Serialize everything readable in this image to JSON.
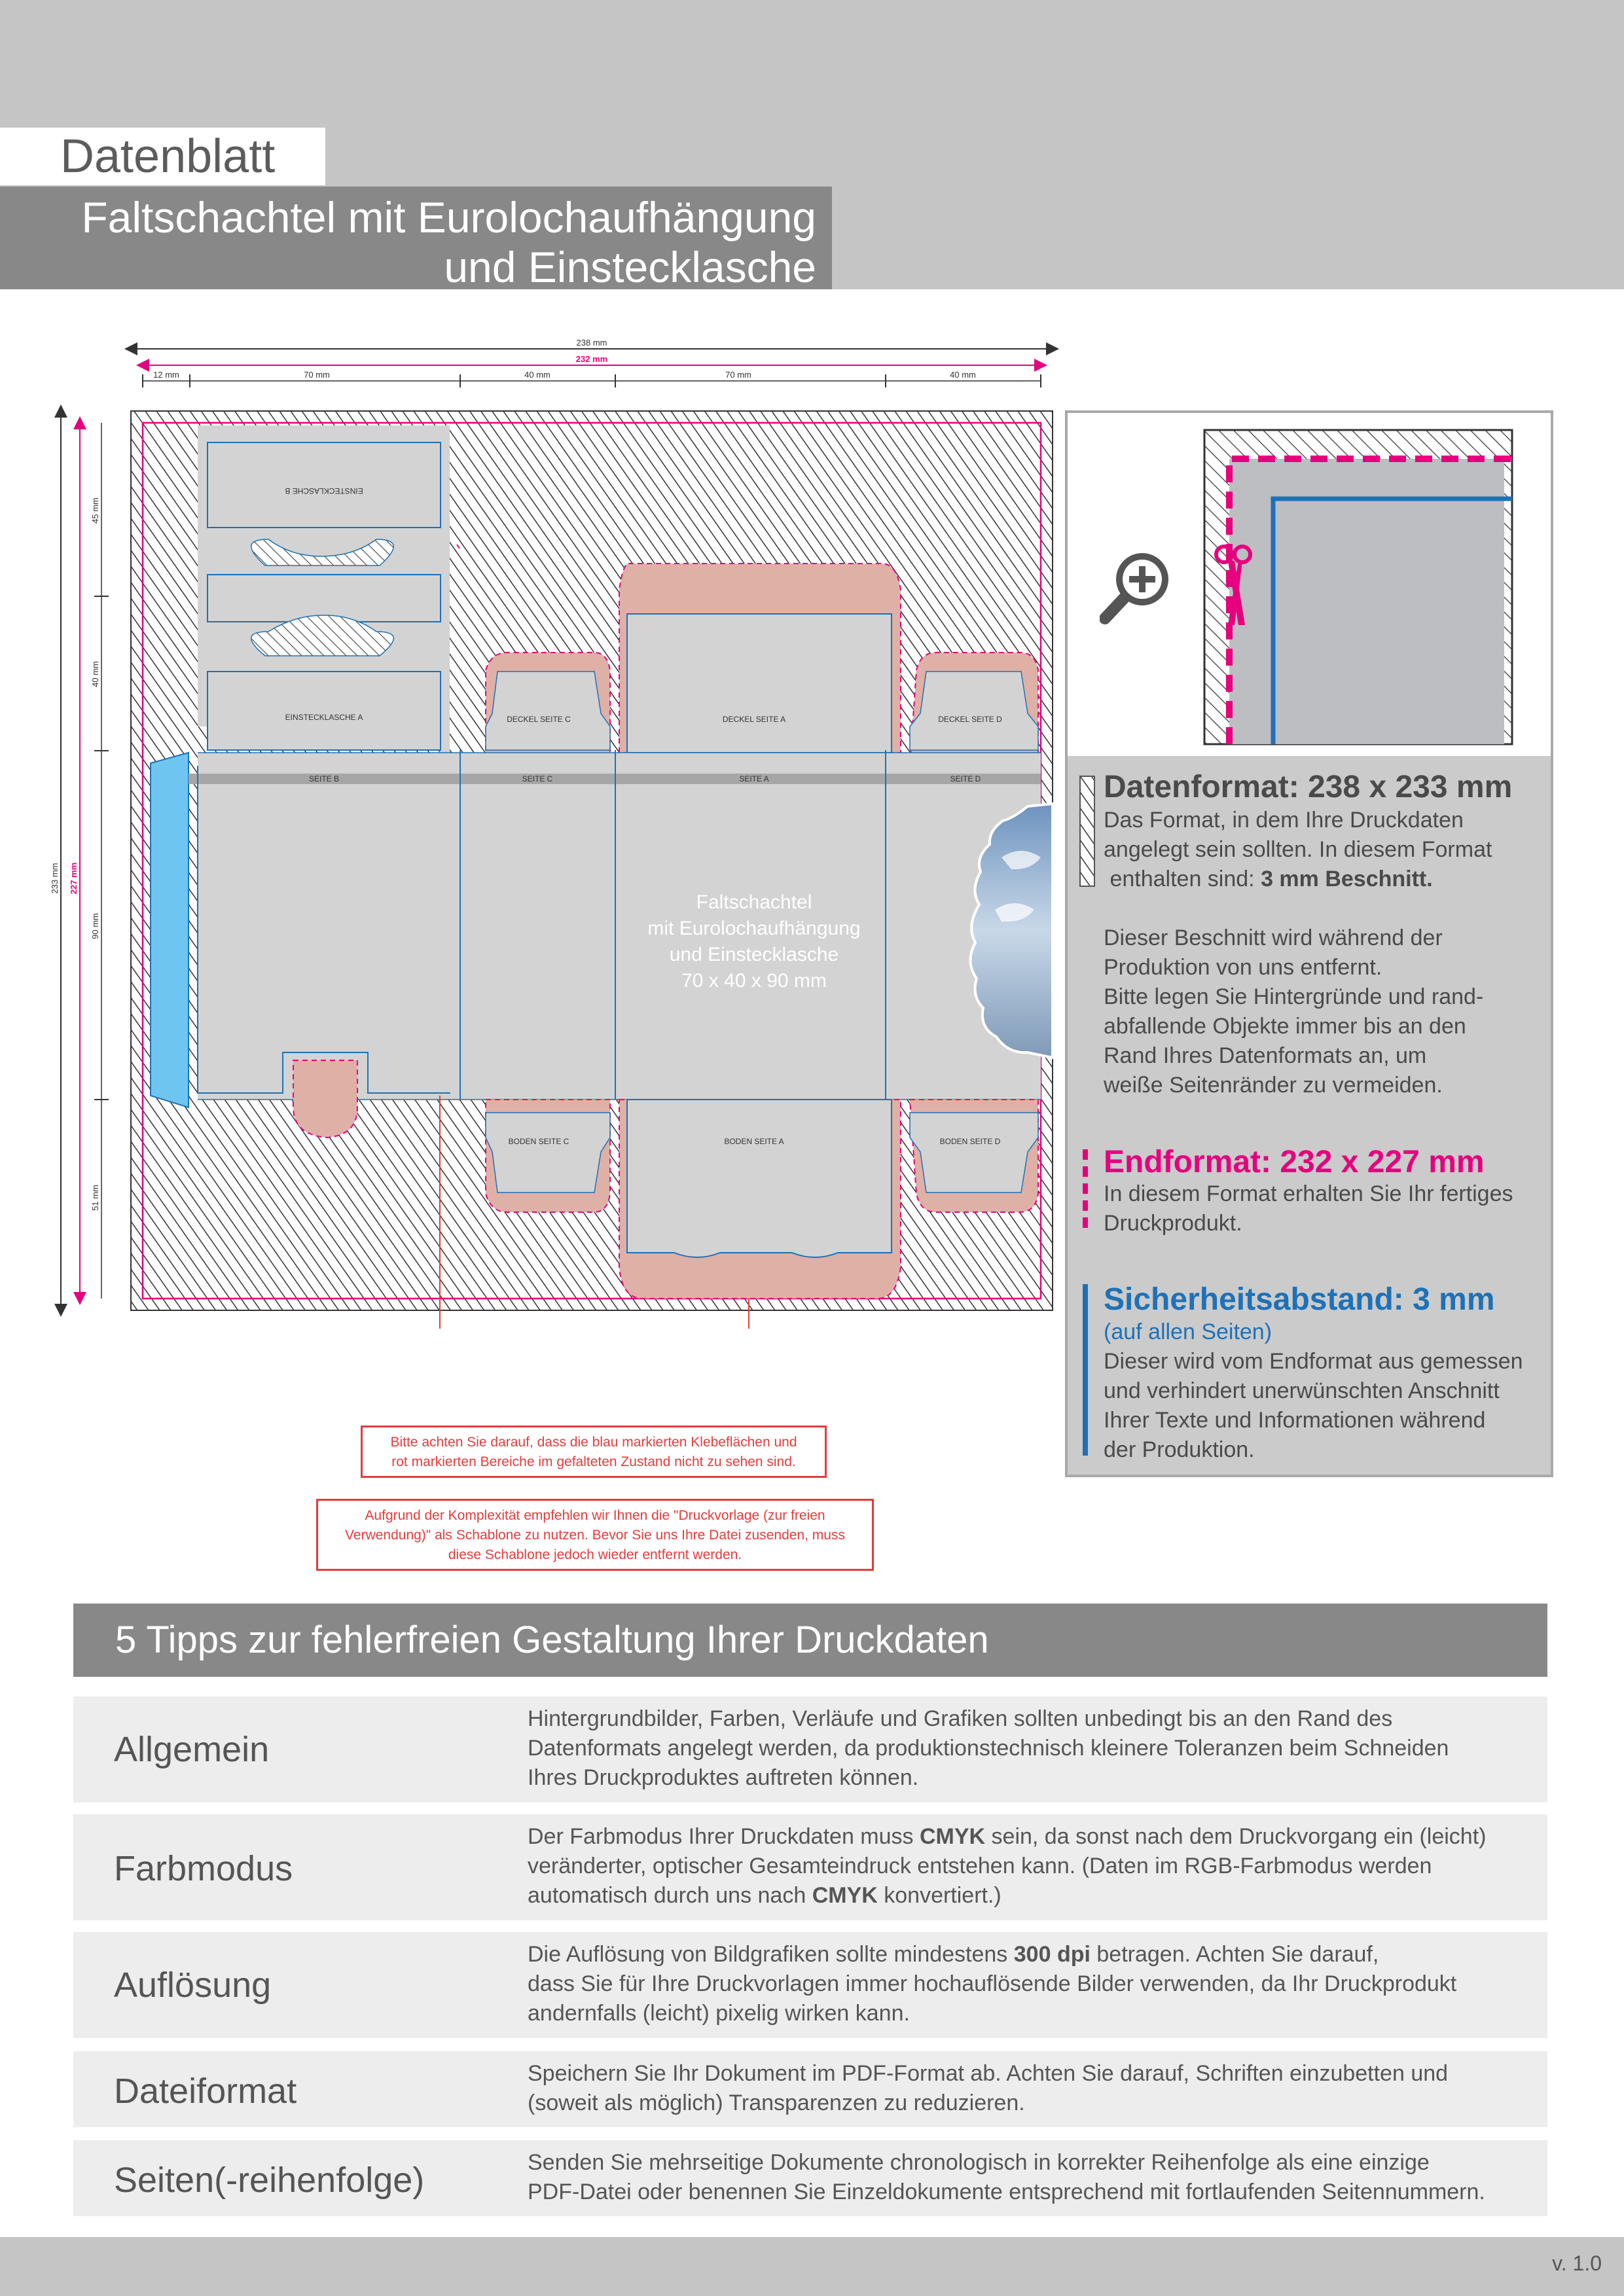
{
  "header": {
    "title": "Datenblatt",
    "subtitle_line1": "Faltschachtel mit Eurolochaufhängung",
    "subtitle_line2": "und Einstecklasche"
  },
  "dieline": {
    "dims": {
      "total_width": "238 mm",
      "end_width": "232 mm",
      "seg_12": "12 mm",
      "seg_70a": "70 mm",
      "seg_40a": "40 mm",
      "seg_70b": "70 mm",
      "seg_40b": "40 mm",
      "total_height": "233 mm",
      "end_height": "227 mm",
      "v_45": "45 mm",
      "v_40": "40 mm",
      "v_90": "90 mm",
      "v_51": "51 mm"
    },
    "panels": {
      "einstecklasche_b": "EINSTECKLASCHE B",
      "einstecklasche_a": "EINSTECKLASCHE A",
      "deckel_c": "DECKEL SEITE C",
      "deckel_a": "DECKEL SEITE A",
      "deckel_d": "DECKEL SEITE D",
      "seite_b": "SEITE B",
      "seite_c": "SEITE C",
      "seite_a": "SEITE A",
      "seite_d": "SEITE D",
      "boden_c": "BODEN SEITE C",
      "boden_a": "BODEN SEITE A",
      "boden_d": "BODEN SEITE D"
    },
    "center_label": [
      "Faltschachtel",
      "mit Eurolochaufhängung",
      "und Einstecklasche",
      "70 x 40 x 90 mm"
    ]
  },
  "notes": {
    "note1_line1": "Bitte achten Sie darauf, dass die blau markierten Klebeflächen und",
    "note1_line2": "rot markierten Bereiche im gefalteten Zustand nicht zu sehen sind.",
    "note2_line1": "Aufgrund der Komplexität empfehlen wir Ihnen die \"Druckvorlage (zur freien",
    "note2_line2": "Verwendung)\" als Schablone zu nutzen. Bevor Sie uns Ihre Datei zusenden, muss",
    "note2_line3": "diese Schablone jedoch wieder entfernt werden."
  },
  "info": {
    "datenformat_title": "Datenformat: 238 x 233 mm",
    "datenformat_l1": "Das Format, in dem Ihre Druckdaten",
    "datenformat_l2": "angelegt sein sollten. In diesem Format",
    "datenformat_l3a": " enthalten sind: ",
    "datenformat_l3b": "3 mm Beschnitt.",
    "beschnitt_text": [
      "Dieser Beschnitt wird während der",
      "Produktion von uns entfernt.",
      "Bitte legen Sie Hintergründe und rand-",
      "abfallende Objekte immer bis an den",
      "Rand Ihres Datenformats an, um",
      "weiße Seitenränder zu vermeiden."
    ],
    "endformat_title": "Endformat: 232 x 227 mm",
    "endformat_text": [
      "In diesem Format erhalten Sie Ihr fertiges",
      "Druckprodukt."
    ],
    "sicherheit_title": "Sicherheitsabstand: 3 mm",
    "sicherheit_sub": "(auf allen Seiten)",
    "sicherheit_text": [
      "Dieser wird vom Endformat aus gemessen",
      "und verhindert unerwünschten Anschnitt",
      "Ihrer Texte und Informationen während",
      "der Produktion."
    ],
    "colors": {
      "endformat": "#e6007e",
      "sicherheit": "#1d71b8"
    }
  },
  "tips": {
    "header": "5 Tipps zur fehlerfreien Gestaltung Ihrer Druckdaten",
    "allgemein_label": "Allgemein",
    "allgemein_text": [
      "Hintergrundbilder, Farben, Verläufe und Grafiken sollten unbedingt bis an den Rand des",
      "Datenformats angelegt werden, da produktionstechnisch kleinere Toleranzen beim Schneiden",
      "Ihres Druckproduktes auftreten können."
    ],
    "farbmodus_label": "Farbmodus",
    "farbmodus_l1a": "Der Farbmodus Ihrer Druckdaten muss ",
    "farbmodus_l1b": "CMYK",
    "farbmodus_l1c": " sein, da sonst nach dem Druckvorgang ein (leicht)",
    "farbmodus_l2": "veränderter, optischer Gesamteindruck entstehen kann. (Daten im RGB-Farbmodus werden",
    "farbmodus_l3a": "automatisch durch uns nach ",
    "farbmodus_l3b": "CMYK",
    "farbmodus_l3c": " konvertiert.)",
    "aufloesung_label": "Auflösung",
    "aufloesung_l1a": "Die Auflösung von Bildgrafiken sollte mindestens ",
    "aufloesung_l1b": "300 dpi",
    "aufloesung_l1c": " betragen. Achten Sie darauf,",
    "aufloesung_l2": "dass Sie für Ihre Druckvorlagen immer hochauflösende Bilder verwenden, da Ihr Druckprodukt",
    "aufloesung_l3": "andernfalls (leicht) pixelig wirken kann.",
    "dateiformat_label": "Dateiformat",
    "dateiformat_text": [
      "Speichern Sie Ihr Dokument im PDF-Format ab. Achten Sie darauf, Schriften einzubetten und",
      "(soweit als möglich) Transparenzen zu reduzieren."
    ],
    "seiten_label": "Seiten(-reihenfolge)",
    "seiten_text": [
      "Senden Sie mehrseitige Dokumente chronologisch in korrekter Reihenfolge als eine einzige",
      "PDF-Datei oder benennen Sie Einzeldokumente entsprechend mit fortlaufenden Seitennummern."
    ]
  },
  "footer": {
    "version": "v. 1.0"
  }
}
